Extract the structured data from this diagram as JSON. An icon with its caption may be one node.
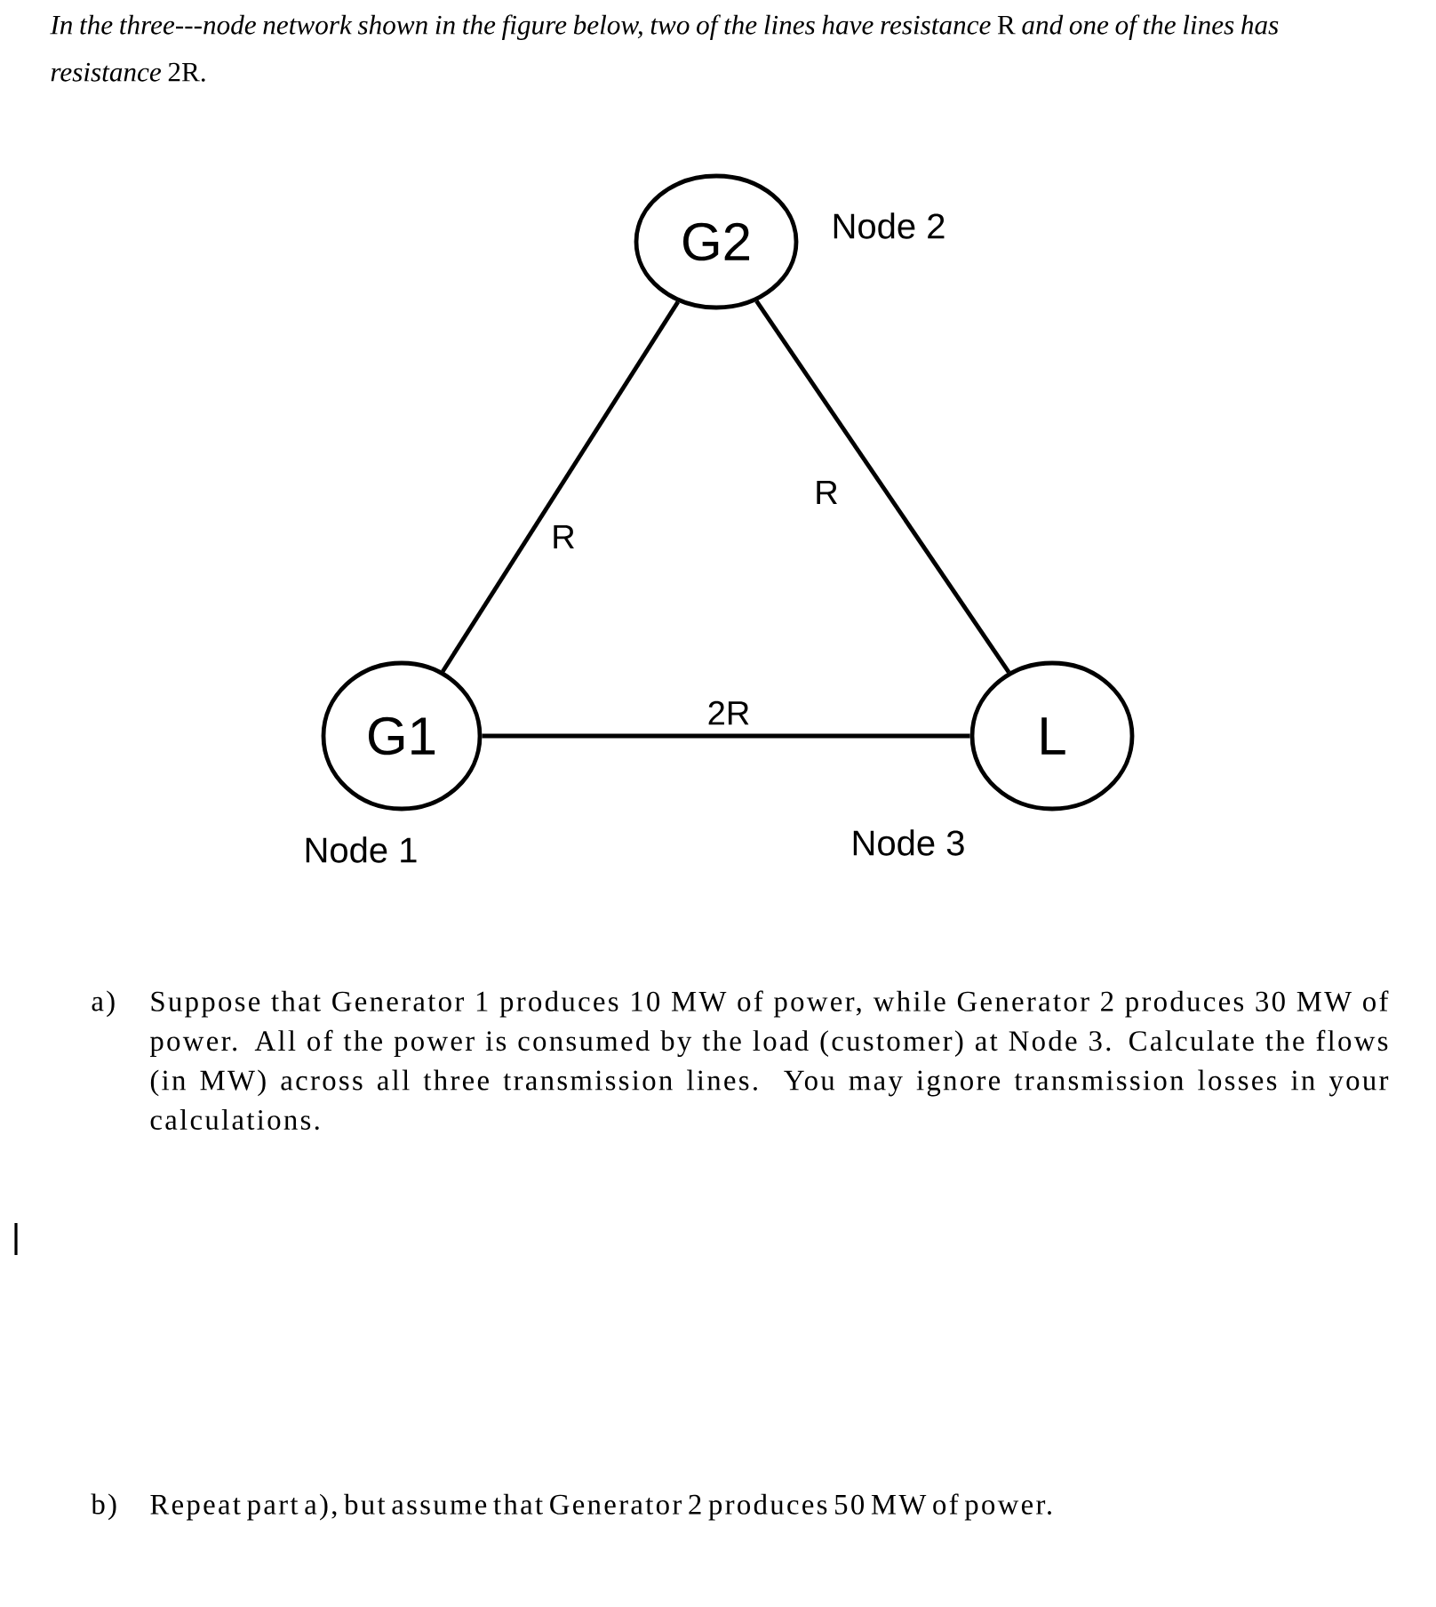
{
  "diagram": {
    "nodes": [
      {
        "text": [
          "G2"
        ],
        "beside": [
          "Node 2"
        ]
      },
      {
        "text": [
          "G1"
        ],
        "beside": [
          "Node 1"
        ]
      },
      {
        "text": [
          "L"
        ],
        "beside": [
          "Node 3"
        ]
      }
    ],
    "edges": [
      {
        "from": 1,
        "to": 0,
        "arrow": "none",
        "label": "R"
      },
      {
        "from": 0,
        "to": 2,
        "arrow": "none",
        "label": "R"
      },
      {
        "from": 1,
        "to": 2,
        "arrow": "none",
        "label": "2R"
      }
    ],
    "labels": [
      "*In the three---node network shown in the figure below, two of the lines have resistance* R *and one of the lines has resistance* 2R.",
      "a)",
      "Suppose that Generator 1 produces 10 MW of power, while Generator 2 produces 30 MW of power. All of the power is consumed by the load (customer) at Node 3. Calculate the flows (in MW) across all three transmission lines. You may ignore transmission losses in your calculations.",
      "b)",
      "Repeat part a), but assume that Generator 2 produces 50 MW of power."
    ]
  }
}
